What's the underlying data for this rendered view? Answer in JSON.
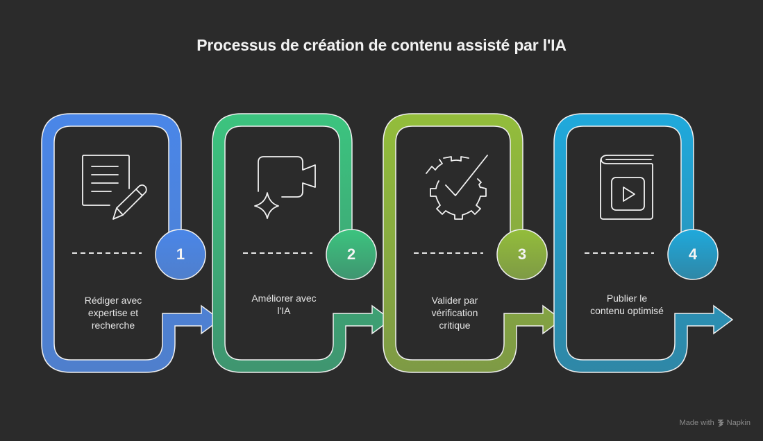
{
  "title": "Processus de création de contenu assisté par l'IA",
  "steps": [
    {
      "number": "1",
      "label": "Rédiger avec expertise et recherche",
      "lines": [
        "Rédiger avec",
        "expertise et",
        "recherche"
      ],
      "icon": "document-pencil-icon",
      "color_top": "#4a86e8",
      "color_bottom": "#4f7fcc"
    },
    {
      "number": "2",
      "label": "Améliorer avec l'IA",
      "lines": [
        "Améliorer avec",
        "l'IA"
      ],
      "icon": "video-sparkle-icon",
      "color_top": "#3cc47f",
      "color_bottom": "#3f9570"
    },
    {
      "number": "3",
      "label": "Valider par vérification critique",
      "lines": [
        "Valider par",
        "vérification",
        "critique"
      ],
      "icon": "gear-check-icon",
      "color_top": "#93bd3b",
      "color_bottom": "#7e9a45"
    },
    {
      "number": "4",
      "label": "Publier le contenu optimisé",
      "lines": [
        "Publier le",
        "contenu optimisé"
      ],
      "icon": "book-play-icon",
      "color_top": "#1fa9dc",
      "color_bottom": "#2f87a6"
    }
  ],
  "footer": {
    "made_with": "Made with",
    "brand": "Napkin"
  }
}
